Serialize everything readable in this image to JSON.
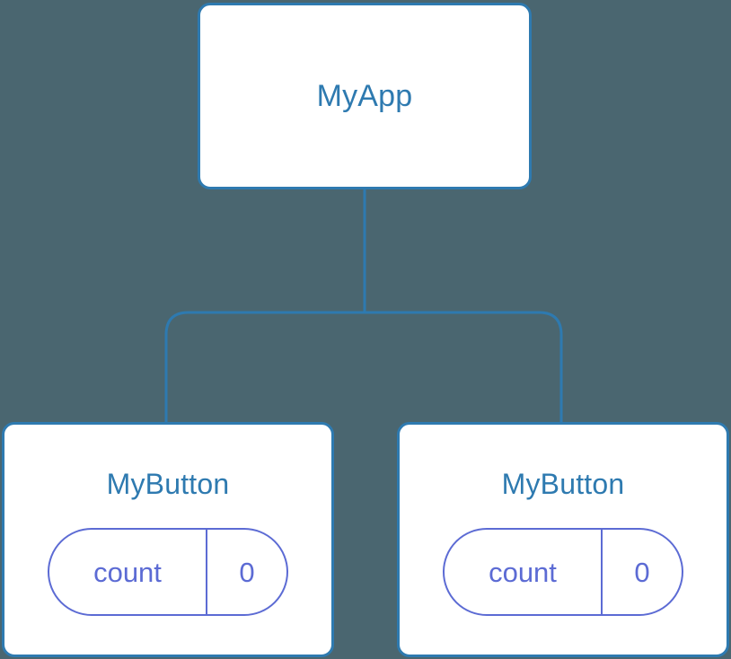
{
  "canvas": {
    "background_color": "#4a6670",
    "edge_color": "#2e7ab0",
    "node_border_color": "#2e7ab0",
    "node_background_color": "#ffffff",
    "node_title_color": "#2e7ab0",
    "state_color": "#5c6bd4"
  },
  "tree": {
    "root": {
      "title": "MyApp"
    },
    "children": [
      {
        "title": "MyButton",
        "state": {
          "key": "count",
          "value": "0"
        }
      },
      {
        "title": "MyButton",
        "state": {
          "key": "count",
          "value": "0"
        }
      }
    ]
  }
}
